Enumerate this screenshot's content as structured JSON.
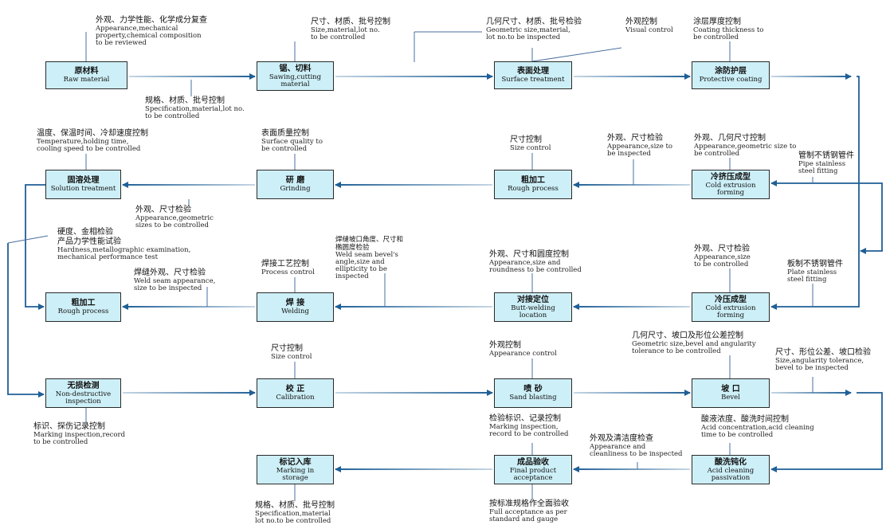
{
  "colors": {
    "box_fill": "#cdeff7",
    "arrow": "#1f5f96",
    "leader": "#4a6fa0"
  },
  "boxes": {
    "raw_material": {
      "zh": "原材料",
      "en": "Raw material"
    },
    "sawing": {
      "zh": "锯、切料",
      "en": "Sawing,cutting\nmaterial"
    },
    "surface_treatment": {
      "zh": "表面处理",
      "en": "Surface treatment"
    },
    "protective_coating": {
      "zh": "涂防护层",
      "en": "Protective coating"
    },
    "solution_treatment": {
      "zh": "固溶处理",
      "en": "Solution treatment"
    },
    "grinding": {
      "zh": "研  磨",
      "en": "Grinding"
    },
    "rough_process_1": {
      "zh": "粗加工",
      "en": "Rough process"
    },
    "cold_extrusion_1": {
      "zh": "冷挤压成型",
      "en": "Cold extrusion\nforming"
    },
    "rough_process_2": {
      "zh": "粗加工",
      "en": "Rough process"
    },
    "welding": {
      "zh": "焊  接",
      "en": "Welding"
    },
    "butt_welding": {
      "zh": "对接定位",
      "en": "Butt-welding\nlocation"
    },
    "cold_extrusion_2": {
      "zh": "冷压成型",
      "en": "Cold extrusion\nforming"
    },
    "ndi": {
      "zh": "无损检测",
      "en": "Non-destructive\ninspection"
    },
    "calibration": {
      "zh": "校  正",
      "en": "Calibration"
    },
    "sand_blasting": {
      "zh": "喷  砂",
      "en": "Sand blasting"
    },
    "bevel": {
      "zh": "坡  口",
      "en": "Bevel"
    },
    "marking_storage": {
      "zh": "标记入库",
      "en": "Marking in\nstorage"
    },
    "final_acceptance": {
      "zh": "成品验收",
      "en": "Final product\nacceptance"
    },
    "acid_cleaning": {
      "zh": "酸洗钝化",
      "en": "Acid cleaning\npassivation"
    }
  },
  "notes": {
    "n_raw_top": {
      "zh": "外观、力学性能、化学成分复查",
      "en": "Appearance,mechanical\nproperty,chemical composition\nto be reviewed"
    },
    "n_raw_bottom": {
      "zh": "规格、材质、批号控制",
      "en": "Specification,material,lot no.\nto be controlled"
    },
    "n_saw_top": {
      "zh": "尺寸、材质、批号控制",
      "en": "Size,material,lot no.\nto be controlled"
    },
    "n_geo": {
      "zh": "几何尺寸、材质、批号检验",
      "en": "Geometric size,material,\nlot no.to be inspected"
    },
    "n_visual": {
      "zh": "外观控制",
      "en": "Visual control"
    },
    "n_coating": {
      "zh": "涂层厚度控制",
      "en": "Coating thickness to\nbe controlled"
    },
    "n_temp": {
      "zh": "温度、保温时间、冷却速度控制",
      "en": "Temperature,holding time,\ncooling speed to be controlled"
    },
    "n_surface_quality": {
      "zh": "表面质量控制",
      "en": "Surface quality to\nbe controlled"
    },
    "n_size_control_1": {
      "zh": "尺寸控制",
      "en": "Size control"
    },
    "n_app_size_1": {
      "zh": "外观、尺寸检验",
      "en": "Appearance,size to\nbe inspected"
    },
    "n_app_geo": {
      "zh": "外观、几何尺寸控制",
      "en": "Appearance,geometric size to\nbe controlled"
    },
    "n_pipe": {
      "zh": "管制不锈钢管件",
      "en": "Pipe stainless\nsteel fitting"
    },
    "n_app_geo_sizes": {
      "zh": "外观、尺寸检验",
      "en": "Appearance,geometric\nsizes to be controlled"
    },
    "n_hardness": {
      "zh": "硬度、金相检验\n产品力学性能试验",
      "en": "Hardness,metallographic examination,\nmechanical performance test"
    },
    "n_bevel_angle": {
      "zh": "焊缝坡口角度、尺寸和\n椭圆度检验",
      "en": "Weld seam bevel's\nangle,size and\nellipticity to be\ninspected"
    },
    "n_roundness": {
      "zh": "外观、尺寸和圆度控制",
      "en": "Appearance,size and\nroundness to be controlled"
    },
    "n_app_size_2": {
      "zh": "外观、尺寸检验",
      "en": "Appearance,size\nto be controlled"
    },
    "n_process_control": {
      "zh": "焊接工艺控制",
      "en": "Process control"
    },
    "n_weld_seam": {
      "zh": "焊缝外观、尺寸检验",
      "en": "Weld seam appearance,\nsize to be inspected"
    },
    "n_plate": {
      "zh": "板制不锈钢管件",
      "en": "Plate stainless\nsteel fitting"
    },
    "n_size_control_2": {
      "zh": "尺寸控制",
      "en": "Size control"
    },
    "n_app_control": {
      "zh": "外观控制",
      "en": "Appearance control"
    },
    "n_geo_bevel": {
      "zh": "几何尺寸、坡口及形位公差控制",
      "en": "Geometric size,bevel and angularity\ntolerance to be controlled"
    },
    "n_size_tol": {
      "zh": "尺寸、形位公差、坡口检验",
      "en": "Size,angularity tolerance,\nbevel to be inspected"
    },
    "n_marking_record": {
      "zh": "标识、探伤记录控制",
      "en": "Marking inspection,record\nto be controlled"
    },
    "n_inspection_mark": {
      "zh": "检验标识、记录控制",
      "en": "Marking inspection,\nrecord to be controlled"
    },
    "n_acid_conc": {
      "zh": "酸液浓度、酸洗时间控制",
      "en": "Acid concentration,acid cleaning\ntime to be controlled"
    },
    "n_cleanliness": {
      "zh": "外观及清洁度检查",
      "en": "Appearance and\ncleanliness to be inspected"
    },
    "n_spec_material": {
      "zh": "规格、材质、批号控制",
      "en": "Specification,material\nlot no.to be controlled"
    },
    "n_full_acceptance": {
      "zh": "按标准规格作全面验收",
      "en": "Full acceptance as per\nstandard and gauge"
    }
  }
}
